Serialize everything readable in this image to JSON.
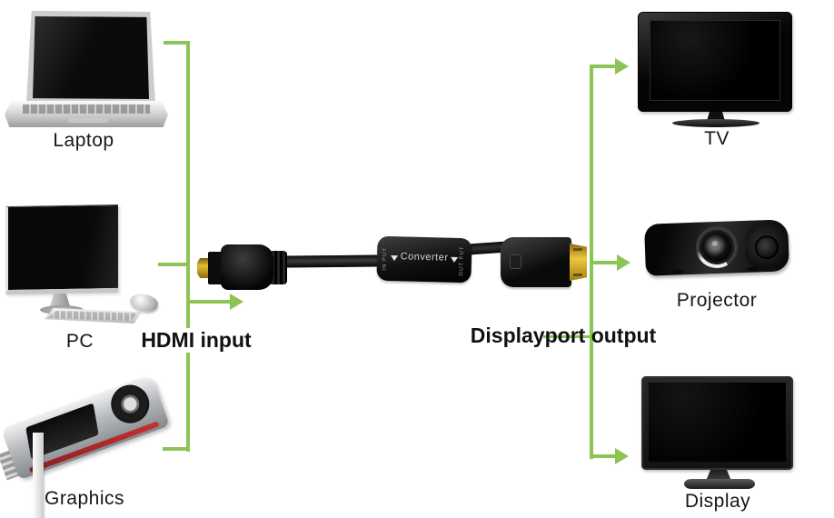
{
  "input_group": {
    "caption": "HDMI input",
    "devices": [
      "Laptop",
      "PC",
      "Graphics"
    ]
  },
  "output_group": {
    "caption": "Displayport output",
    "devices": [
      "TV",
      "Projector",
      "Display"
    ]
  },
  "connector": {
    "label": "Converter",
    "input_marker": "IN PUT",
    "output_marker": "OUT PUT"
  },
  "colors": {
    "connector_green": "#8CC455",
    "hdmi_gold": "#E3BC34",
    "background": "#FFFFFF"
  }
}
